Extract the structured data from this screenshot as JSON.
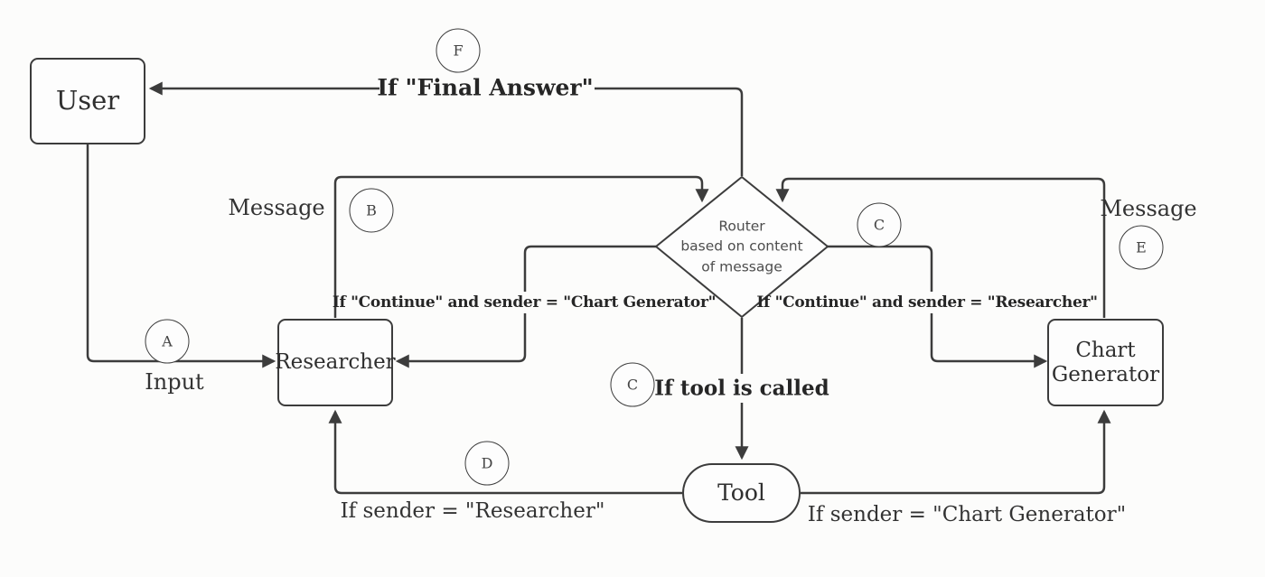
{
  "canvas": {
    "background": "#fcfcfb",
    "line_color": "#3c3c3c",
    "text_color": "#2f2f2f"
  },
  "nodes": {
    "user": {
      "label": "User"
    },
    "researcher": {
      "label": "Researcher"
    },
    "chart_generator": {
      "label": "Chart Generator"
    },
    "tool": {
      "label": "Tool"
    },
    "router": {
      "line1": "Router",
      "line2": "based on content",
      "line3": "of message"
    }
  },
  "badges": {
    "a": "A",
    "b": "B",
    "c_right": "C",
    "c_bottom": "C",
    "d": "D",
    "e": "E",
    "f": "F"
  },
  "edge_labels": {
    "input": "Input",
    "message_left": "Message",
    "message_right": "Message",
    "final_answer": "If \"Final Answer\"",
    "continue_chart": "If \"Continue\" and sender = \"Chart Generator\"",
    "continue_researcher": "If \"Continue\" and sender = \"Researcher\"",
    "tool_called": "If tool is called",
    "sender_researcher": "If sender = \"Researcher\"",
    "sender_chartgen": "If sender = \"Chart Generator\""
  }
}
